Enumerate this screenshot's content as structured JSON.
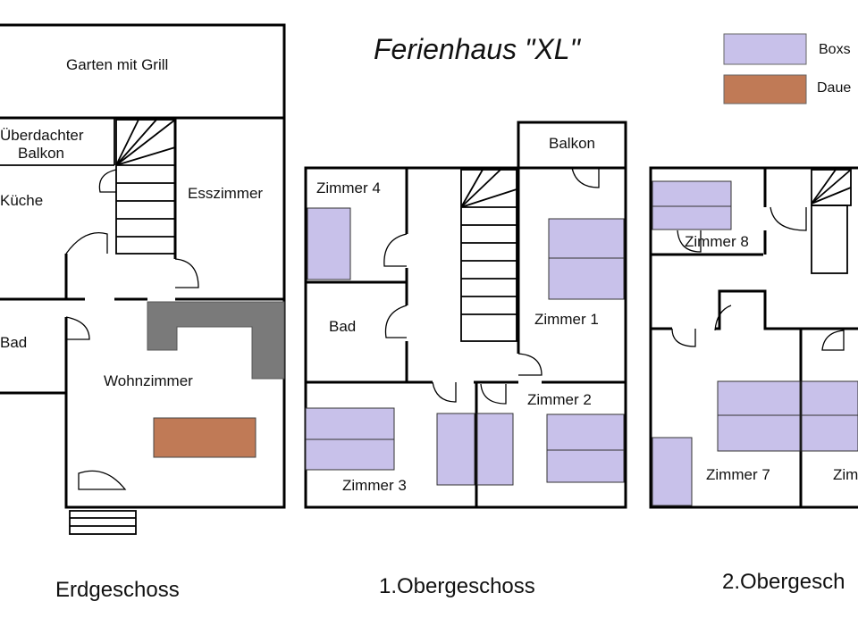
{
  "title": "Ferienhaus \"XL\"",
  "colors": {
    "boxspring": "#c8c1ea",
    "dauer": "#c07a56",
    "wall": "#000000",
    "chimney": "#7a7a7a"
  },
  "legend": [
    {
      "label": "Boxs",
      "color_key": "boxspring"
    },
    {
      "label": "Daue",
      "color_key": "dauer"
    }
  ],
  "floors": {
    "erdgeschoss": {
      "label": "Erdgeschoss",
      "rooms": {
        "garten": "Garten mit Grill",
        "balkon_line1": "Überdachter",
        "balkon_line2": "Balkon",
        "kueche": "Küche",
        "esszimmer": "Esszimmer",
        "bad": "Bad",
        "wohnzimmer": "Wohnzimmer"
      }
    },
    "obergeschoss1": {
      "label": "1.Obergeschoss",
      "rooms": {
        "balkon": "Balkon",
        "zimmer4": "Zimmer 4",
        "bad": "Bad",
        "zimmer1": "Zimmer 1",
        "zimmer2": "Zimmer 2",
        "zimmer3": "Zimmer 3"
      }
    },
    "obergeschoss2": {
      "label": "2.Obergesch",
      "rooms": {
        "zimmer8": "Zimmer 8",
        "zimmer7": "Zimmer 7",
        "zimmer_partial": "Zim"
      }
    }
  }
}
